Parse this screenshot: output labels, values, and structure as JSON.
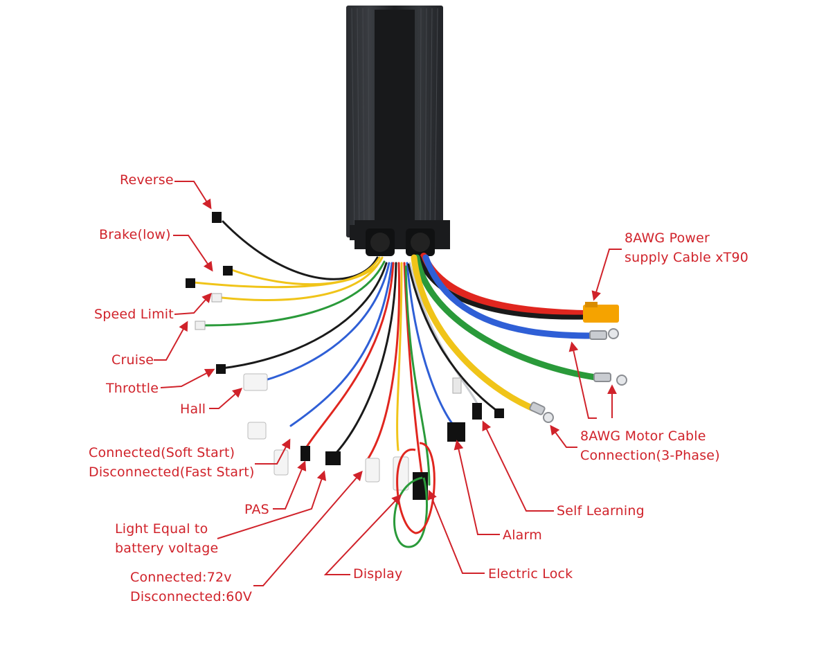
{
  "colors": {
    "label": "#d0222a",
    "housing": "#1f2124",
    "wire_red": "#e0261f",
    "wire_black": "#1a1a1a",
    "wire_blue": "#2f5fd6",
    "wire_green": "#2a9a3a",
    "wire_yellow": "#f0c419",
    "connector_xt90": "#f5a300"
  },
  "labels": {
    "reverse": "Reverse",
    "brake_low": "Brake(low)",
    "speed_limit": "Speed Limit",
    "cruise": "Cruise",
    "throttle": "Throttle",
    "hall": "Hall",
    "soft_start_line1": "Connected(Soft Start)",
    "soft_start_line2": "Disconnected(Fast Start)",
    "pas": "PAS",
    "light_line1": "Light Equal to",
    "light_line2": "battery voltage",
    "voltage_line1": "Connected:72v",
    "voltage_line2": "Disconnected:60V",
    "display": "Display",
    "electric_lock": "Electric Lock",
    "alarm": "Alarm",
    "self_learning": "Self Learning",
    "motor_line1": "8AWG Motor Cable",
    "motor_line2": "Connection(3-Phase)",
    "power_line1": "8AWG Power",
    "power_line2": "supply Cable xT90"
  }
}
